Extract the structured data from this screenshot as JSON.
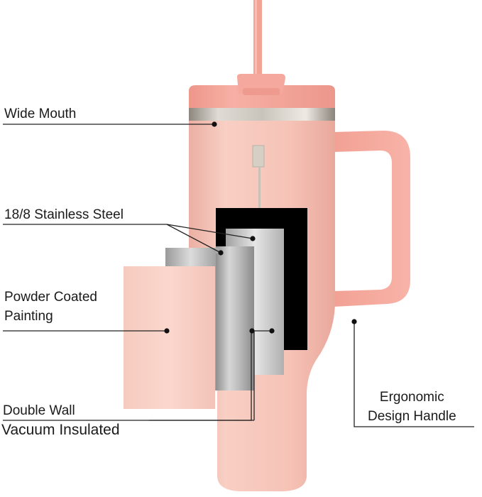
{
  "labels": {
    "wide_mouth": "Wide Mouth",
    "stainless_steel": "18/8 Stainless Steel",
    "powder_line1": "Powder Coated",
    "powder_line2": "Painting",
    "double_wall": "Double Wall",
    "vacuum_insulated": "Vacuum Insulated",
    "ergonomic_line1": "Ergonomic",
    "ergonomic_line2": "Design Handle"
  },
  "colors": {
    "tumbler_pink": "#f6c2b6",
    "lid_pink": "#f29f93",
    "handle_pink": "#f7a99d",
    "rim_silver": "#b9b3a8",
    "steel_gray": "#a9a9a9",
    "black_layer": "#000000",
    "leader_line": "#222222"
  }
}
